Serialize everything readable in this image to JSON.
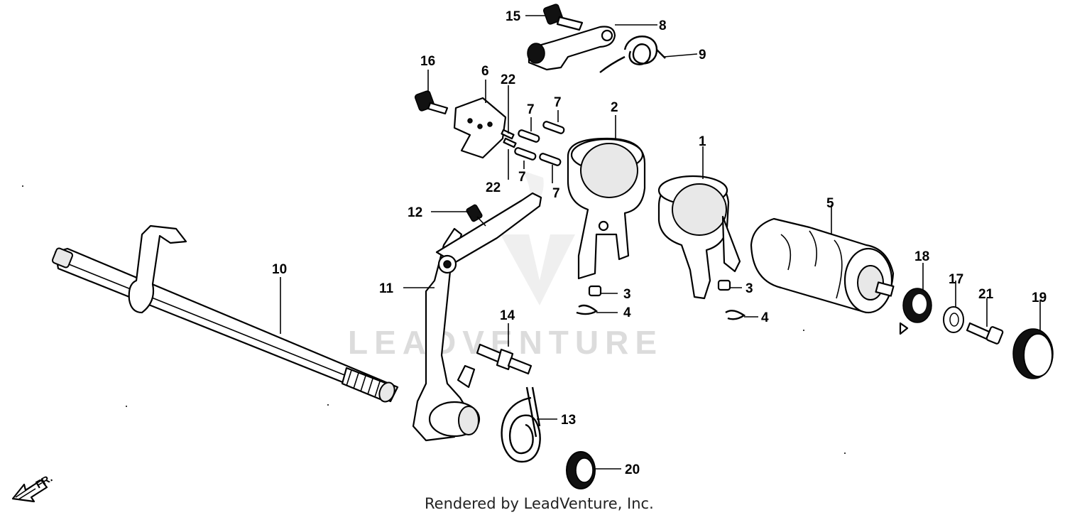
{
  "watermark": "LEADVENTURE",
  "credit": "Rendered by LeadVenture, Inc.",
  "direction_label": "FR.",
  "callouts": {
    "c1": "1",
    "c2": "2",
    "c3a": "3",
    "c3b": "3",
    "c4a": "4",
    "c4b": "4",
    "c5": "5",
    "c6": "6",
    "c7a": "7",
    "c7b": "7",
    "c7c": "7",
    "c7d": "7",
    "c8": "8",
    "c9": "9",
    "c10": "10",
    "c11": "11",
    "c12": "12",
    "c13": "13",
    "c14": "14",
    "c15": "15",
    "c16": "16",
    "c17": "17",
    "c18": "18",
    "c19": "19",
    "c20": "20",
    "c21": "21",
    "c22a": "22",
    "c22b": "22"
  }
}
